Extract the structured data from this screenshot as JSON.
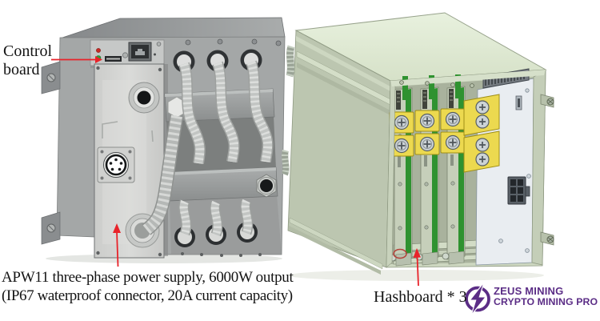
{
  "annotations": {
    "control_board": {
      "label": "Control board"
    },
    "psu": {
      "line1": "APW11 three-phase power supply, 6000W output",
      "line2": "(IP67 waterproof connector, 20A current capacity)"
    },
    "hashboard": {
      "label": "Hashboard * 3"
    }
  },
  "logo": {
    "line1": "ZEUS MINING",
    "line2": "CRYPTO MINING PRO"
  },
  "colors": {
    "accent_red": "#e8232a",
    "logo_purple": "#5b2d86",
    "pcb_green": "#2f9230",
    "busbar_yellow": "#ecd94f",
    "photo_gray": "#a4a7a7",
    "cad_body_green": "#cdd7c0",
    "psu_panel": "#e9edf1"
  }
}
